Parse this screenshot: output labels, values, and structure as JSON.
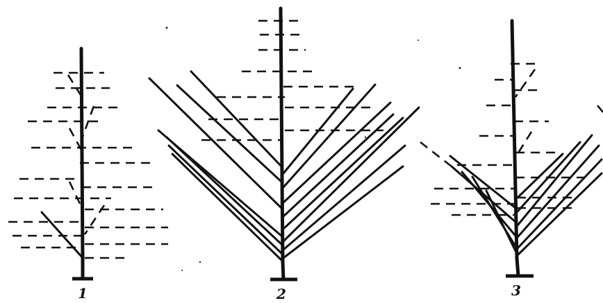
{
  "figure": {
    "panels": [
      {
        "label": "1"
      },
      {
        "label": "2"
      },
      {
        "label": "3"
      }
    ]
  }
}
